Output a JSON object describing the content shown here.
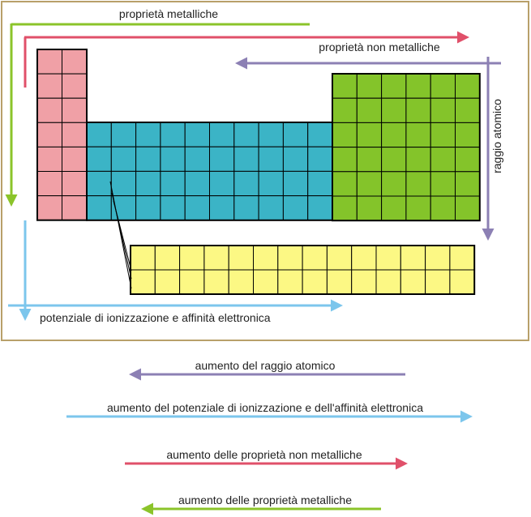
{
  "colors": {
    "frame": "#b8a06a",
    "block_s": "#f0a0a6",
    "block_d": "#3bb4c6",
    "block_p": "#84c42a",
    "block_f": "#fcf884",
    "arrow_green": "#8bc42a",
    "arrow_red": "#e0506a",
    "arrow_purple": "#8c80b4",
    "arrow_blue": "#7cc6ec"
  },
  "diagram": {
    "label_metallic": "proprietà metalliche",
    "label_nonmetallic": "proprietà non metalliche",
    "label_radius": "raggio atomico",
    "label_ionization": "potenziale di ionizzazione e affinità elettronica"
  },
  "legend": {
    "radius": "aumento del raggio atomico",
    "ionization": "aumento del potenziale di ionizzazione e dell'affinità elettronica",
    "nonmetallic": "aumento delle proprietà non metalliche",
    "metallic": "aumento delle proprietà metalliche"
  }
}
